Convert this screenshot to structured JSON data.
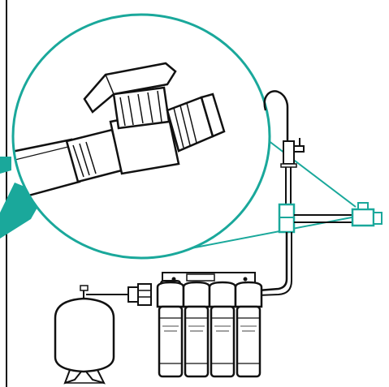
{
  "diagram": {
    "accent_color": "#1aa89b",
    "line_color": "#111111",
    "background_color": "#ffffff",
    "components": [
      "ball-valve-zoom",
      "faucet",
      "tee-connector",
      "storage-tank",
      "filter-cartridges",
      "mounting-bracket"
    ]
  }
}
